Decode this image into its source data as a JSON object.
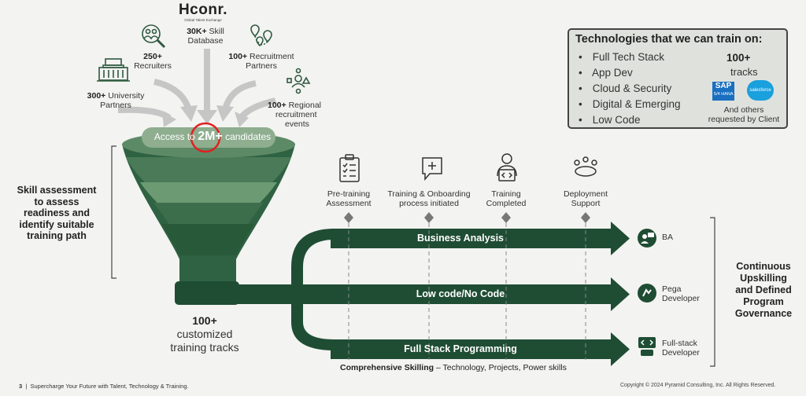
{
  "logo": {
    "word": "Hconr.",
    "tagline": "Global Talent Exchange"
  },
  "sources": {
    "skill_db": {
      "num": "30K+",
      "line1": " Skill",
      "line2": "Database"
    },
    "recruiters": {
      "num": "250+",
      "line2": "Recruiters"
    },
    "recruitment_partners": {
      "num": "100+",
      "line1": " Recruitment",
      "line2": "Partners"
    },
    "university": {
      "num": "300+",
      "line1": " University",
      "line2": "Partners"
    },
    "regional": {
      "num": "100+",
      "line1": " Regional",
      "line2": "recruitment",
      "line3": "events"
    }
  },
  "funnel": {
    "access_prefix": "Access to ",
    "access_num": "2M+",
    "access_suffix": " candidates"
  },
  "skill_assessment": {
    "line1": "Skill assessment",
    "line2": "to assess",
    "line3": "readiness and",
    "line4": "identify suitable",
    "line5": "training path"
  },
  "custom_tracks": {
    "num": "100+",
    "line1": "customized",
    "line2": "training tracks"
  },
  "technologies": {
    "title": "Technologies that we can train on:",
    "items": [
      "Full Tech Stack",
      "App Dev",
      "Cloud & Security",
      "Digital & Emerging",
      "Low Code"
    ],
    "bullet": "•",
    "tracks_num": "100+",
    "tracks_label": "tracks",
    "sap_label": "SAP",
    "sap_sub": "S/4 HANA",
    "salesforce_label": "salesforce",
    "others_line1": "And others",
    "others_line2": "requested by Client"
  },
  "stages": [
    {
      "line1": "Pre-training",
      "line2": "Assessment"
    },
    {
      "line1": "Training & Onboarding",
      "line2": "process initiated"
    },
    {
      "line1": "Training",
      "line2": "Completed"
    },
    {
      "line1": "Deployment",
      "line2": "Support"
    }
  ],
  "tracks": [
    {
      "label": "Business Analysis",
      "role_line1": "BA",
      "role_line2": ""
    },
    {
      "label": "Low code/No Code",
      "role_line1": "Pega",
      "role_line2": "Developer"
    },
    {
      "label": "Full Stack Programming",
      "role_line1": "Full-stack",
      "role_line2": "Developer"
    }
  ],
  "continuous": {
    "line1": "Continuous",
    "line2": "Upskilling",
    "line3": "and Defined",
    "line4": "Program",
    "line5": "Governance"
  },
  "comprehensive": {
    "bold": "Comprehensive Skilling",
    "rest": " – Technology, Projects, Power skills"
  },
  "footer": {
    "page": "3",
    "sep": "|",
    "left": "Supercharge Your Future with Talent, Technology & Training.",
    "right": "Copyright © 2024 Pyramid Consulting, Inc. All Rights Reserved."
  },
  "colors": {
    "primary_green": "#1f4d34",
    "highlight_red": "#e02020",
    "funnel_light": "#a9c1a6",
    "gray_arrow": "#c4c4c4"
  }
}
